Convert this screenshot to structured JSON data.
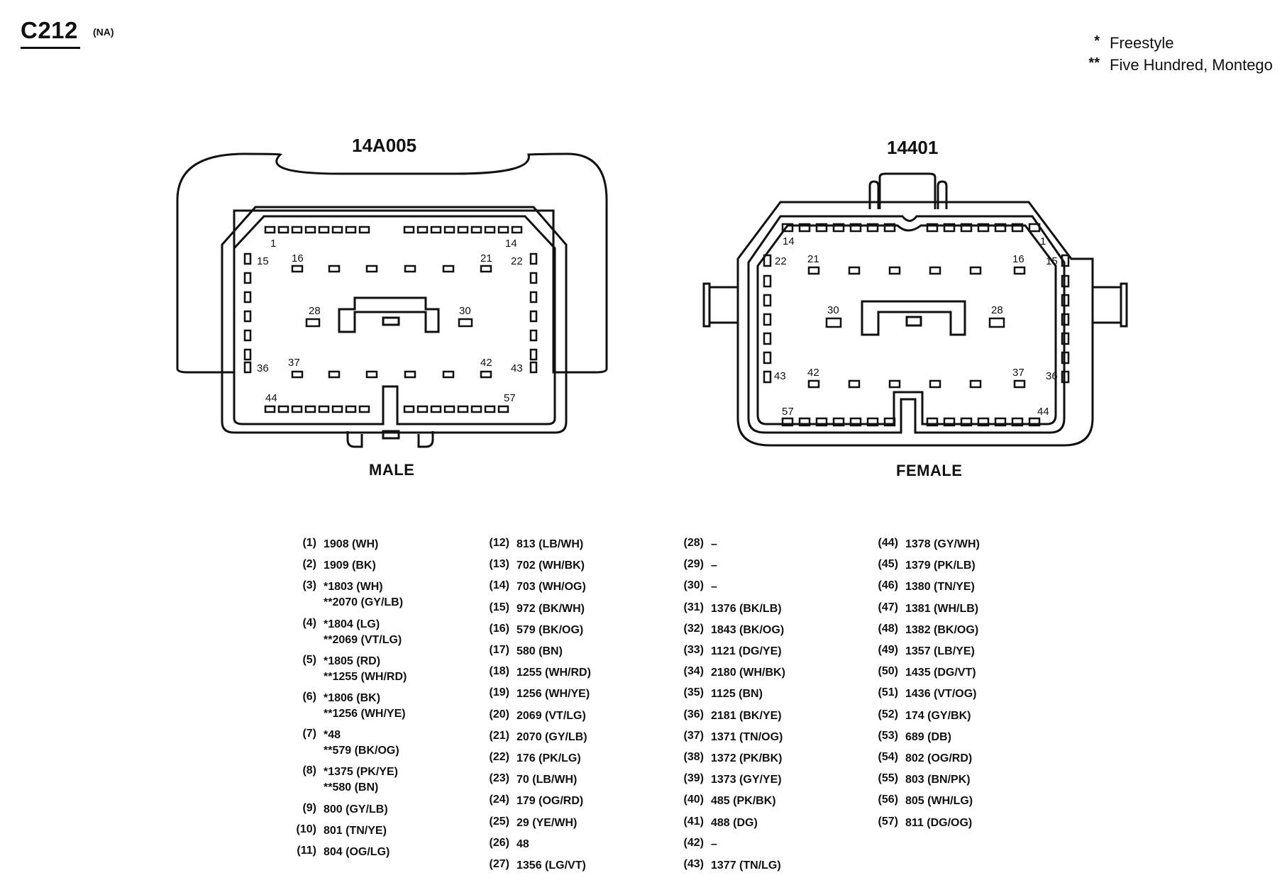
{
  "connector": {
    "code": "C212",
    "region": "(NA)"
  },
  "legend": [
    {
      "mark": "*",
      "text": "Freestyle"
    },
    {
      "mark": "**",
      "text": "Five Hundred, Montego"
    }
  ],
  "male": {
    "part_number": "14A005",
    "gender": "MALE",
    "labels": {
      "p1": "1",
      "p14": "14",
      "p15": "15",
      "p16": "16",
      "p21": "21",
      "p22": "22",
      "p28": "28",
      "p30": "30",
      "p36": "36",
      "p37": "37",
      "p42": "42",
      "p43": "43",
      "p44": "44",
      "p57": "57"
    }
  },
  "female": {
    "part_number": "14401",
    "gender": "FEMALE",
    "labels": {
      "p14": "14",
      "p1": "1",
      "p22": "22",
      "p21": "21",
      "p16": "16",
      "p15": "15",
      "p30": "30",
      "p28": "28",
      "p43": "43",
      "p42": "42",
      "p37": "37",
      "p36": "36",
      "p57": "57",
      "p44": "44"
    }
  },
  "pinout": [
    [
      {
        "pin": "(1)",
        "circuits": [
          "1908 (WH)"
        ]
      },
      {
        "pin": "(2)",
        "circuits": [
          "1909 (BK)"
        ]
      },
      {
        "pin": "(3)",
        "circuits": [
          "*1803 (WH)",
          "**2070 (GY/LB)"
        ]
      },
      {
        "pin": "(4)",
        "circuits": [
          "*1804 (LG)",
          "**2069 (VT/LG)"
        ]
      },
      {
        "pin": "(5)",
        "circuits": [
          "*1805 (RD)",
          "**1255 (WH/RD)"
        ]
      },
      {
        "pin": "(6)",
        "circuits": [
          "*1806 (BK)",
          "**1256 (WH/YE)"
        ]
      },
      {
        "pin": "(7)",
        "circuits": [
          "*48",
          "**579 (BK/OG)"
        ]
      },
      {
        "pin": "(8)",
        "circuits": [
          "*1375 (PK/YE)",
          "**580 (BN)"
        ]
      },
      {
        "pin": "(9)",
        "circuits": [
          "800 (GY/LB)"
        ]
      },
      {
        "pin": "(10)",
        "circuits": [
          "801 (TN/YE)"
        ]
      },
      {
        "pin": "(11)",
        "circuits": [
          "804 (OG/LG)"
        ]
      }
    ],
    [
      {
        "pin": "(12)",
        "circuits": [
          "813 (LB/WH)"
        ]
      },
      {
        "pin": "(13)",
        "circuits": [
          "702 (WH/BK)"
        ]
      },
      {
        "pin": "(14)",
        "circuits": [
          "703 (WH/OG)"
        ]
      },
      {
        "pin": "(15)",
        "circuits": [
          "972 (BK/WH)"
        ]
      },
      {
        "pin": "(16)",
        "circuits": [
          "579 (BK/OG)"
        ]
      },
      {
        "pin": "(17)",
        "circuits": [
          "580 (BN)"
        ]
      },
      {
        "pin": "(18)",
        "circuits": [
          "1255 (WH/RD)"
        ]
      },
      {
        "pin": "(19)",
        "circuits": [
          "1256 (WH/YE)"
        ]
      },
      {
        "pin": "(20)",
        "circuits": [
          "2069 (VT/LG)"
        ]
      },
      {
        "pin": "(21)",
        "circuits": [
          "2070 (GY/LB)"
        ]
      },
      {
        "pin": "(22)",
        "circuits": [
          "176 (PK/LG)"
        ]
      },
      {
        "pin": "(23)",
        "circuits": [
          "70 (LB/WH)"
        ]
      },
      {
        "pin": "(24)",
        "circuits": [
          "179 (OG/RD)"
        ]
      },
      {
        "pin": "(25)",
        "circuits": [
          "29 (YE/WH)"
        ]
      },
      {
        "pin": "(26)",
        "circuits": [
          "48"
        ]
      },
      {
        "pin": "(27)",
        "circuits": [
          "1356 (LG/VT)"
        ]
      }
    ],
    [
      {
        "pin": "(28)",
        "circuits": [
          "–"
        ]
      },
      {
        "pin": "(29)",
        "circuits": [
          "–"
        ]
      },
      {
        "pin": "(30)",
        "circuits": [
          "–"
        ]
      },
      {
        "pin": "(31)",
        "circuits": [
          "1376 (BK/LB)"
        ]
      },
      {
        "pin": "(32)",
        "circuits": [
          "1843 (BK/OG)"
        ]
      },
      {
        "pin": "(33)",
        "circuits": [
          "1121 (DG/YE)"
        ]
      },
      {
        "pin": "(34)",
        "circuits": [
          "2180 (WH/BK)"
        ]
      },
      {
        "pin": "(35)",
        "circuits": [
          "1125 (BN)"
        ]
      },
      {
        "pin": "(36)",
        "circuits": [
          "2181 (BK/YE)"
        ]
      },
      {
        "pin": "(37)",
        "circuits": [
          "1371 (TN/OG)"
        ]
      },
      {
        "pin": "(38)",
        "circuits": [
          "1372 (PK/BK)"
        ]
      },
      {
        "pin": "(39)",
        "circuits": [
          "1373 (GY/YE)"
        ]
      },
      {
        "pin": "(40)",
        "circuits": [
          "485 (PK/BK)"
        ]
      },
      {
        "pin": "(41)",
        "circuits": [
          "488 (DG)"
        ]
      },
      {
        "pin": "(42)",
        "circuits": [
          "–"
        ]
      },
      {
        "pin": "(43)",
        "circuits": [
          "1377 (TN/LG)"
        ]
      }
    ],
    [
      {
        "pin": "(44)",
        "circuits": [
          "1378 (GY/WH)"
        ]
      },
      {
        "pin": "(45)",
        "circuits": [
          "1379 (PK/LB)"
        ]
      },
      {
        "pin": "(46)",
        "circuits": [
          "1380 (TN/YE)"
        ]
      },
      {
        "pin": "(47)",
        "circuits": [
          "1381 (WH/LB)"
        ]
      },
      {
        "pin": "(48)",
        "circuits": [
          "1382 (BK/OG)"
        ]
      },
      {
        "pin": "(49)",
        "circuits": [
          "1357 (LB/YE)"
        ]
      },
      {
        "pin": "(50)",
        "circuits": [
          "1435 (DG/VT)"
        ]
      },
      {
        "pin": "(51)",
        "circuits": [
          "1436 (VT/OG)"
        ]
      },
      {
        "pin": "(52)",
        "circuits": [
          "174 (GY/BK)"
        ]
      },
      {
        "pin": "(53)",
        "circuits": [
          "689 (DB)"
        ]
      },
      {
        "pin": "(54)",
        "circuits": [
          "802 (OG/RD)"
        ]
      },
      {
        "pin": "(55)",
        "circuits": [
          "803 (BN/PK)"
        ]
      },
      {
        "pin": "(56)",
        "circuits": [
          "805 (WH/LG)"
        ]
      },
      {
        "pin": "(57)",
        "circuits": [
          "811 (DG/OG)"
        ]
      }
    ]
  ]
}
